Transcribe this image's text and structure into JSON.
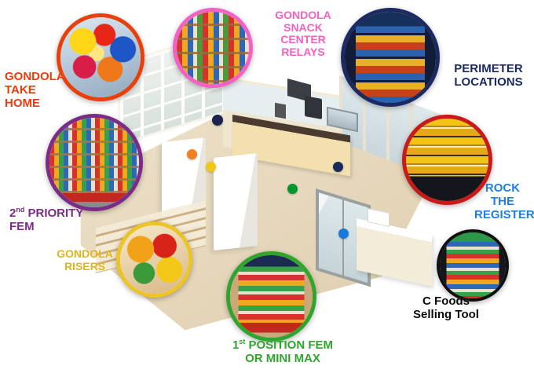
{
  "page": {
    "background": "#ffffff"
  },
  "callouts": [
    {
      "id": "gondola-take-home",
      "label": "GONDOLA\nTAKE\nHOME",
      "label_color": "#e83c0c",
      "circle_color": "#e8400c"
    },
    {
      "id": "gondola-snack-center-relays",
      "label": "GONDOLA\nSNACK\nCENTER\nRELAYS",
      "label_color": "#f361c5",
      "circle_color": "#f361c5"
    },
    {
      "id": "perimeter-locations",
      "label": "PERIMETER\nLOCATIONS",
      "label_color": "#1b2a63",
      "circle_color": "#1b2a63"
    },
    {
      "id": "second-priority-fem",
      "label_ordinal": "2",
      "label_suffix": "nd",
      "label_rest": " PRIORITY\nFEM",
      "label_color": "#7b2c86",
      "circle_color": "#7b2c86"
    },
    {
      "id": "gondola-risers",
      "label": "GONDOLA\nRISERS",
      "label_color": "#e0b419",
      "circle_color": "#ecc425"
    },
    {
      "id": "rock-the-register",
      "label": "ROCK\nTHE\nREGISTER",
      "label_color": "#1f7fe0",
      "circle_color": "#c91a1a"
    },
    {
      "id": "c-foods-selling-tool",
      "label": "C Foods\nSelling Tool",
      "label_color": "#0a0a0a",
      "circle_color": "#101010"
    },
    {
      "id": "first-position-fem-or-mini-max",
      "label_ordinal": "1",
      "label_suffix": "st",
      "label_rest": " POSITION FEM\nOR MINI MAX",
      "label_color": "#2fa52f",
      "circle_color": "#2fa52f"
    }
  ],
  "location_dots": [
    {
      "id": "dot-navy-top",
      "color": "#1b2350"
    },
    {
      "id": "dot-orange",
      "color": "#f08020"
    },
    {
      "id": "dot-yellow",
      "color": "#f0c818"
    },
    {
      "id": "dot-navy-right",
      "color": "#1b2a5e"
    },
    {
      "id": "dot-green",
      "color": "#00962e"
    },
    {
      "id": "dot-blue",
      "color": "#1a78d8"
    }
  ]
}
